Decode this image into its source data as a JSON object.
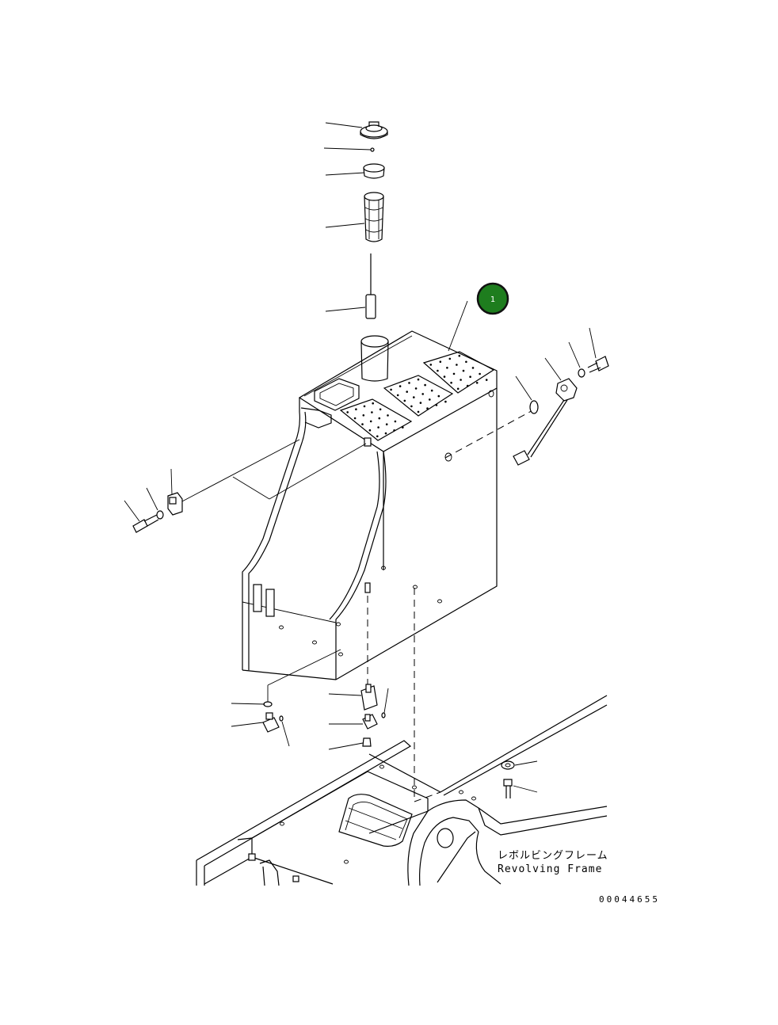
{
  "diagram": {
    "callout": {
      "number": "1",
      "fill": "#1e7d1e",
      "stroke": "#111111"
    },
    "frame_label_jp": "レボルビングフレーム",
    "frame_label_en": "Revolving Frame",
    "document_number": "00044655",
    "line_color": "#000000",
    "background": "#ffffff"
  }
}
